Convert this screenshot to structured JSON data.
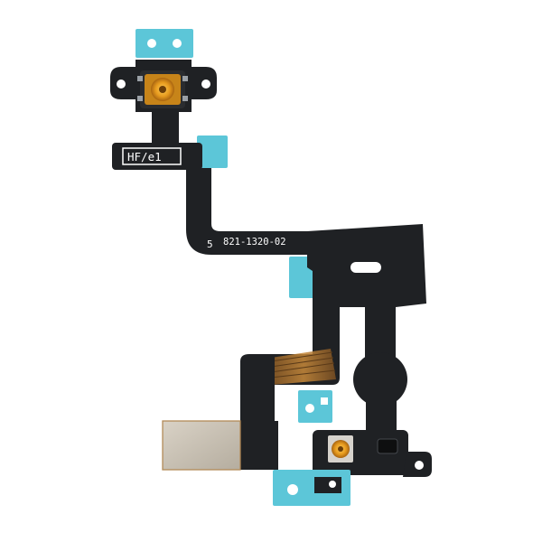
{
  "photo": {
    "label_top": "HF/e1",
    "label_number_prefix": "5",
    "label_part_number": "821-1320-02"
  },
  "colors": {
    "background": "#ffffff",
    "flex_black": "#1f2124",
    "flex_edge": "#2c2f33",
    "tape_blue": "#5cc6d8",
    "copper": "#c98a3a",
    "gold_contact": "#e69a1e",
    "metal_plate": "#c8c0b4"
  }
}
